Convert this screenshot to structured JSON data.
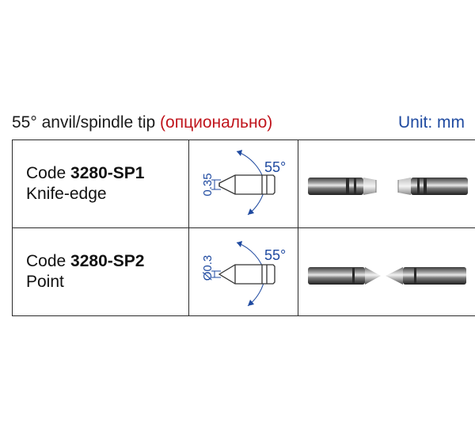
{
  "heading": {
    "title": "55° anvil/spindle tip",
    "optional": "(опционально)",
    "unit": "Unit: mm"
  },
  "rows": [
    {
      "code_prefix": "Code",
      "code": "3280-SP1",
      "description": "Knife-edge",
      "dimension": "0.35",
      "angle": "55°"
    },
    {
      "code_prefix": "Code",
      "code": "3280-SP2",
      "description": "Point",
      "dimension": "Ø0.3",
      "angle": "55°"
    }
  ],
  "colors": {
    "dimension_blue": "#1f4aa0",
    "optional_red": "#c0141c"
  }
}
